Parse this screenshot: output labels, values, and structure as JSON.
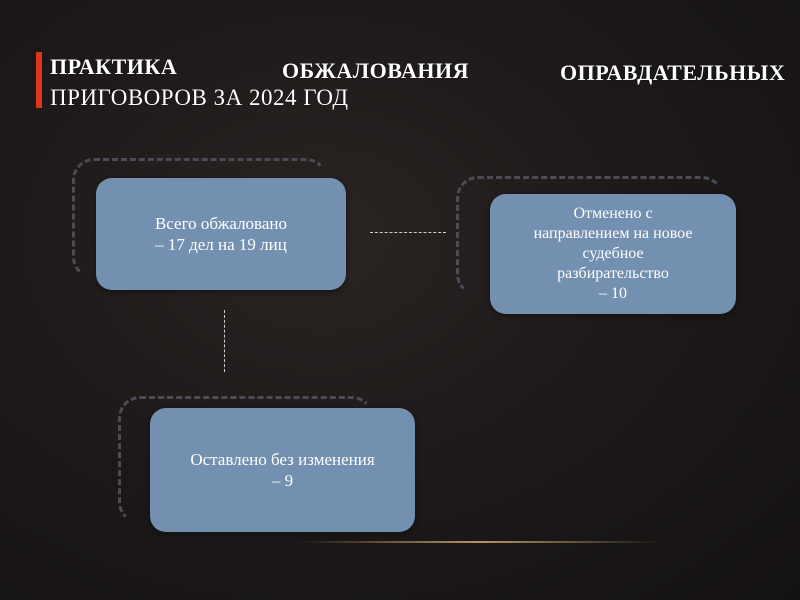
{
  "title": {
    "line1_part1": "ПРАКТИКА",
    "line1_part2": "ОБЖАЛОВАНИЯ",
    "line1_part3": "ОПРАВДАТЕЛЬНЫХ",
    "line2": "ПРИГОВОРОВ ЗА 2024 ГОД"
  },
  "nodes": {
    "total": "Всего обжаловано\n– 17 дел на 19 лиц",
    "cancelled": "Отменено с\nнаправлением на новое\nсудебное\nразбирательство\n– 10",
    "unchanged": "Оставлено без изменения\n– 9"
  },
  "colors": {
    "background": "#1c1818",
    "accent": "#e0341c",
    "node_fill": "#7390b0",
    "frame": "#4b4b55"
  }
}
